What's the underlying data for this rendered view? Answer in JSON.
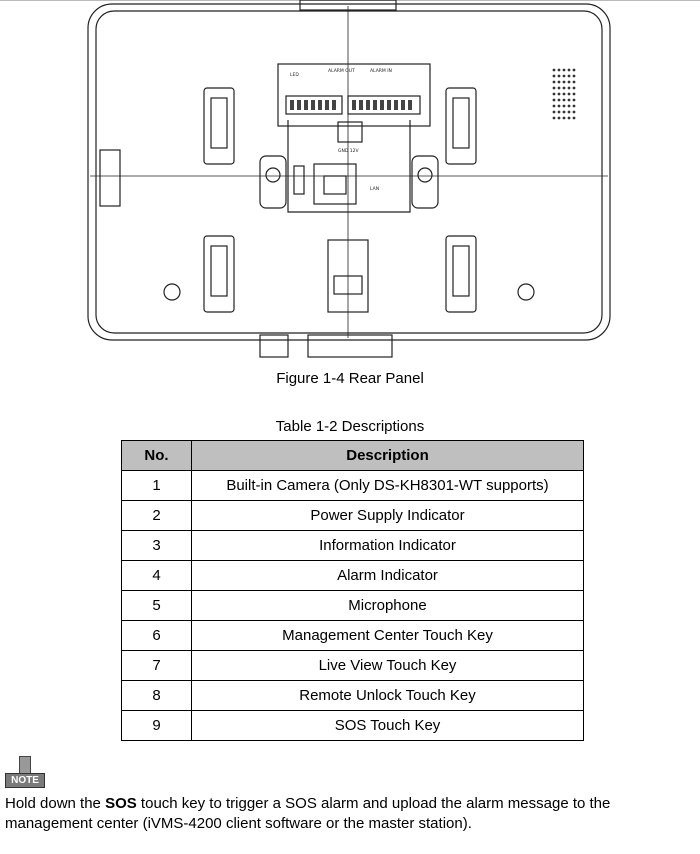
{
  "figure": {
    "caption": "Figure 1-4 Rear Panel",
    "labels": {
      "led": "LED",
      "alarm_out": "ALARM OUT",
      "alarm_in": "ALARM IN",
      "gnd12v": "GND 12V",
      "lan": "LAN"
    }
  },
  "table": {
    "caption": "Table 1-2 Descriptions",
    "headers": [
      "No.",
      "Description"
    ],
    "rows": [
      [
        "1",
        "Built-in Camera (Only DS-KH8301-WT supports)"
      ],
      [
        "2",
        "Power Supply Indicator"
      ],
      [
        "3",
        "Information Indicator"
      ],
      [
        "4",
        "Alarm Indicator"
      ],
      [
        "5",
        "Microphone"
      ],
      [
        "6",
        "Management Center Touch Key"
      ],
      [
        "7",
        "Live View Touch Key"
      ],
      [
        "8",
        "Remote Unlock Touch Key"
      ],
      [
        "9",
        "SOS Touch Key"
      ]
    ]
  },
  "note": {
    "icon_label": "NOTE",
    "before": "Hold down the ",
    "bold": "SOS",
    "after": " touch key to trigger a SOS alarm and upload the alarm message to the management center (iVMS-4200 client software or the master station)."
  }
}
